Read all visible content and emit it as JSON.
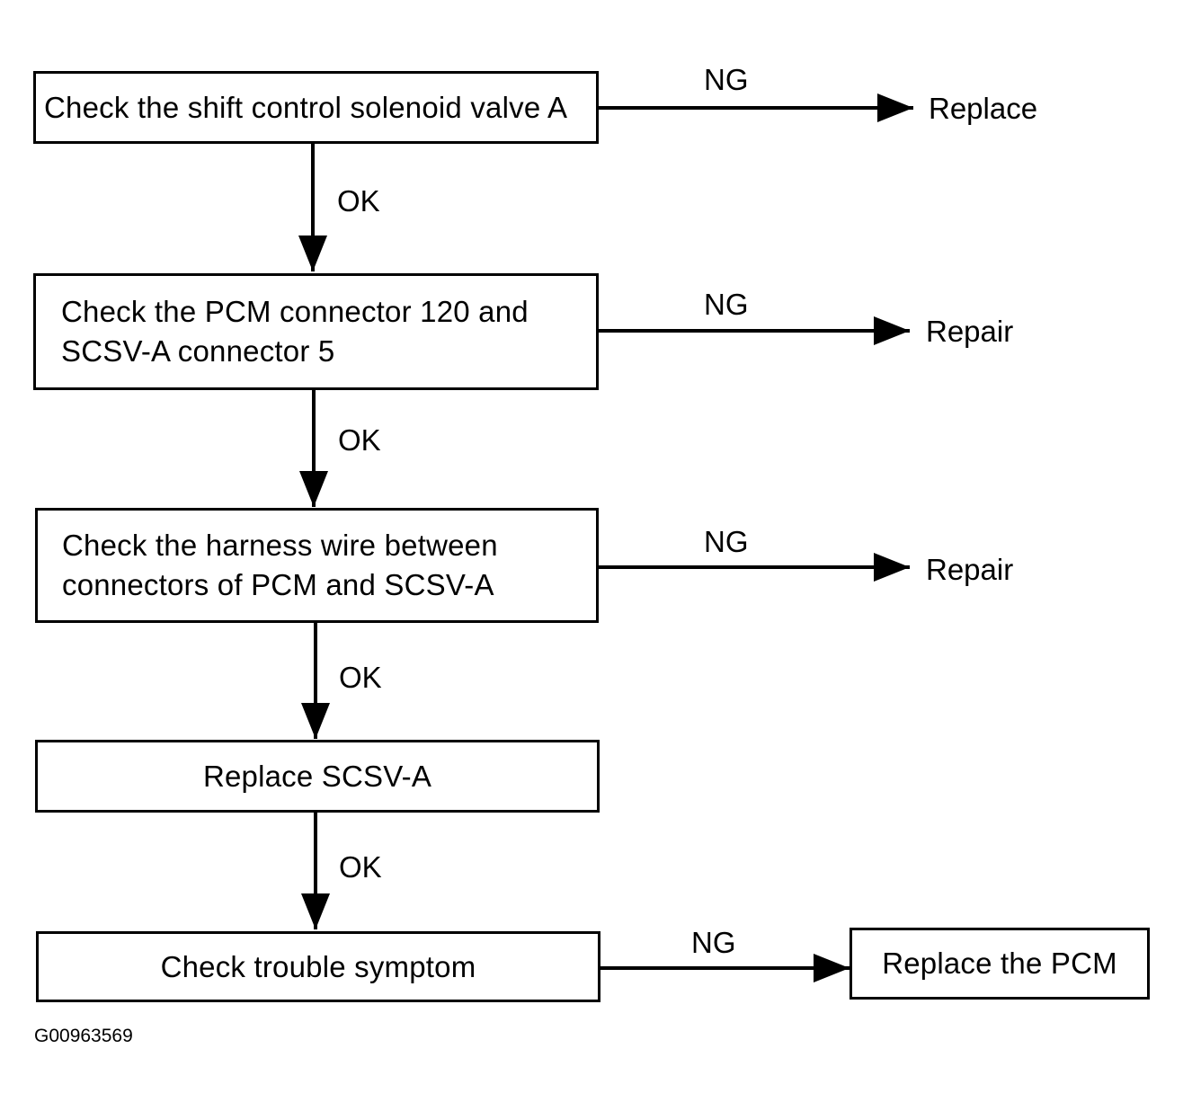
{
  "steps": [
    {
      "lines": [
        "Check the shift control solenoid valve A"
      ]
    },
    {
      "lines": [
        "Check the PCM connector 120 and",
        "SCSV-A connector 5"
      ]
    },
    {
      "lines": [
        "Check the harness wire between",
        "connectors of PCM and SCSV-A"
      ]
    },
    {
      "lines": [
        "Replace SCSV-A"
      ]
    },
    {
      "lines": [
        "Check trouble symptom"
      ]
    }
  ],
  "branches": [
    {
      "label": "NG",
      "outcome": "Replace"
    },
    {
      "label": "NG",
      "outcome": "Repair"
    },
    {
      "label": "NG",
      "outcome": "Repair"
    },
    {
      "label": "NG",
      "outcome": "Replace the PCM"
    }
  ],
  "flow_labels": [
    "OK",
    "OK",
    "OK",
    "OK"
  ],
  "caption": "G00963569"
}
